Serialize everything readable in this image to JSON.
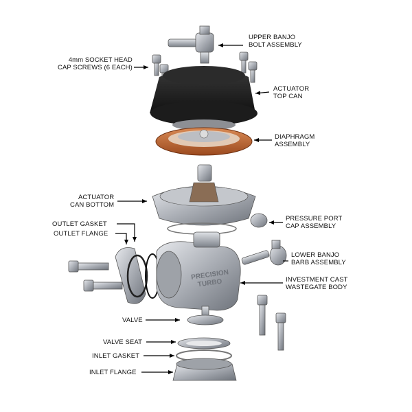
{
  "labels": {
    "upper_banjo": "UPPER BANJO\nBOLT ASSEMBLY",
    "cap_screws": "4mm SOCKET HEAD\nCAP SCREWS (6 EACH)",
    "actuator_top": "ACTUATOR\nTOP CAN",
    "diaphragm": "DIAPHRAGM\nASSEMBLY",
    "actuator_bottom": "ACTUATOR\nCAN BOTTOM",
    "pressure_port": "PRESSURE PORT\nCAP ASSEMBLY",
    "outlet_gasket": "OUTLET GASKET",
    "outlet_flange": "OUTLET FLANGE",
    "lower_banjo": "LOWER BANJO\nBARB ASSEMBLY",
    "body": "INVESTMENT CAST\nWASTEGATE BODY",
    "valve": "VALVE",
    "valve_seat": "VALVE SEAT",
    "inlet_gasket": "INLET GASKET",
    "inlet_flange": "INLET FLANGE"
  },
  "brand_text": "PRECISION\nTURBO",
  "colors": {
    "actuator_top": "#141414",
    "diaphragm": "#c2622e",
    "metal": "#b9bcc2",
    "lines": "#000000"
  }
}
